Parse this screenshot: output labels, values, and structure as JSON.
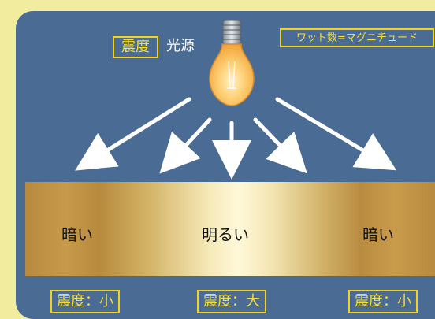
{
  "header": {
    "magnitude_tag": "震度",
    "light_source_label": "光源",
    "watt_note": "ワット数=マグニチュード"
  },
  "ground": {
    "left_label": "暗い",
    "center_label": "明るい",
    "right_label": "暗い"
  },
  "intensity": {
    "left": "震度：小",
    "center": "震度：大",
    "right": "震度：小"
  },
  "icons": [
    "light-bulb-icon",
    "arrow-icon"
  ],
  "colors": {
    "background": "#f2ec9f",
    "panel": "#4a6b94",
    "label_yellow": "#f5dd36",
    "arrow": "#ffffff"
  }
}
